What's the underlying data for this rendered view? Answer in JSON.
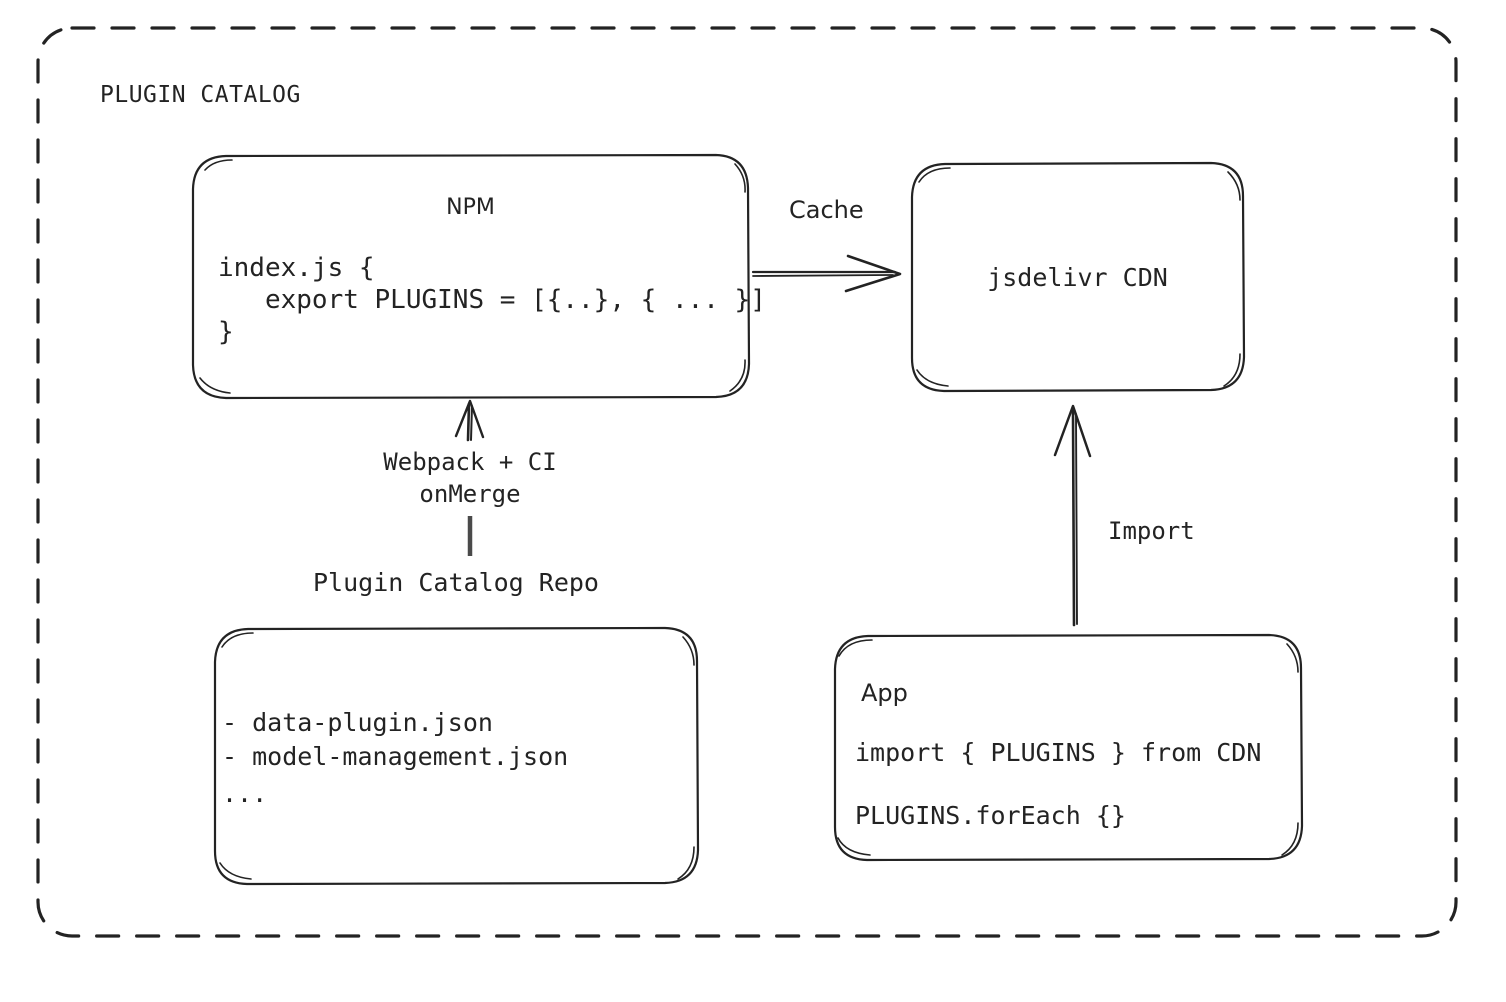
{
  "diagram": {
    "title": "PLUGIN CATALOG",
    "bg_color": "#ffffff",
    "stroke_color": "#232323",
    "nodes": {
      "npm": {
        "title": "NPM",
        "code_lines": [
          "index.js {",
          "   export PLUGINS = [{..}, { ... }]",
          "}"
        ]
      },
      "cdn": {
        "title": "jsdelivr CDN"
      },
      "repo": {
        "caption": "Plugin Catalog Repo",
        "lines": [
          "- data-plugin.json",
          "- model-management.json",
          "..."
        ]
      },
      "app": {
        "title": "App",
        "code_lines": [
          "import { PLUGINS } from CDN",
          "PLUGINS.forEach {}"
        ]
      }
    },
    "edges": {
      "cache": {
        "label": "Cache",
        "from": "npm",
        "to": "cdn"
      },
      "build": {
        "label_lines": [
          "Webpack + CI",
          "onMerge"
        ],
        "from": "repo",
        "to": "npm"
      },
      "import": {
        "label": "Import",
        "from": "app",
        "to": "cdn"
      }
    }
  }
}
